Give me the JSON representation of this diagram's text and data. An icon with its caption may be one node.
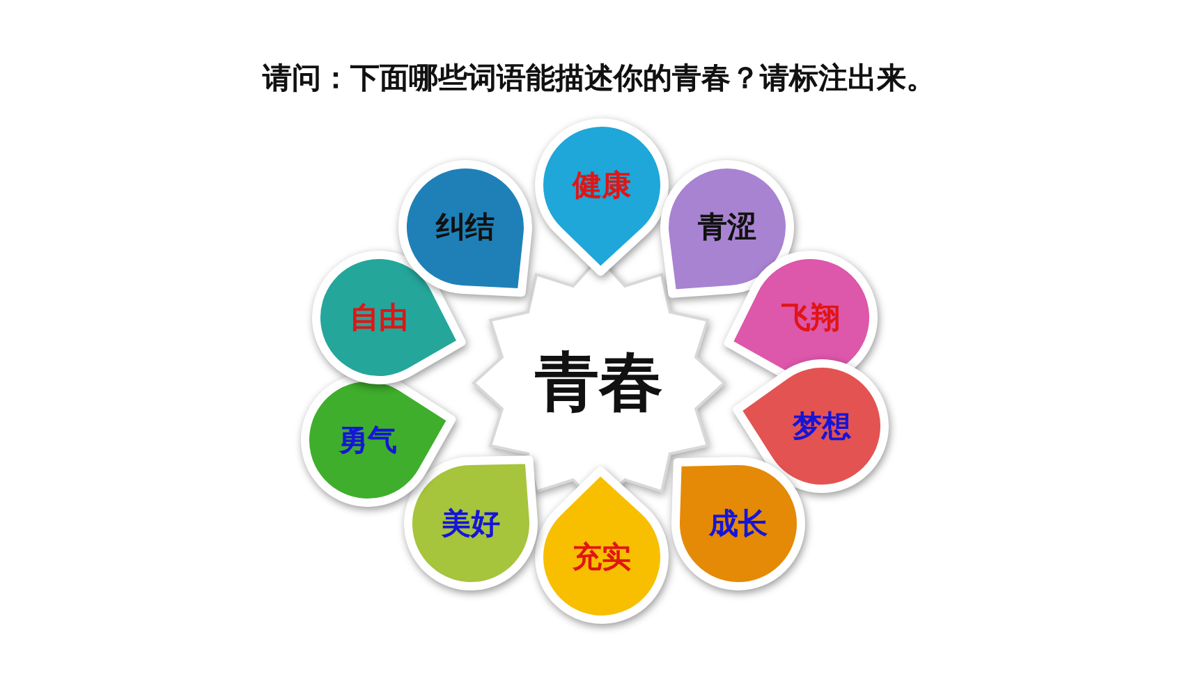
{
  "diagram": {
    "title": "请问：下面哪些词语能描述你的青春？请标注出来。",
    "nodes": [
      {
        "text": [
          "青春"
        ]
      },
      {
        "text": [
          "健康"
        ]
      },
      {
        "text": [
          "青涩"
        ]
      },
      {
        "text": [
          "飞翔"
        ]
      },
      {
        "text": [
          "梦想"
        ]
      },
      {
        "text": [
          "成长"
        ]
      },
      {
        "text": [
          "充实"
        ]
      },
      {
        "text": [
          "美好"
        ]
      },
      {
        "text": [
          "勇气"
        ]
      },
      {
        "text": [
          "自由"
        ]
      },
      {
        "text": [
          "纠结"
        ]
      }
    ],
    "edges": []
  }
}
